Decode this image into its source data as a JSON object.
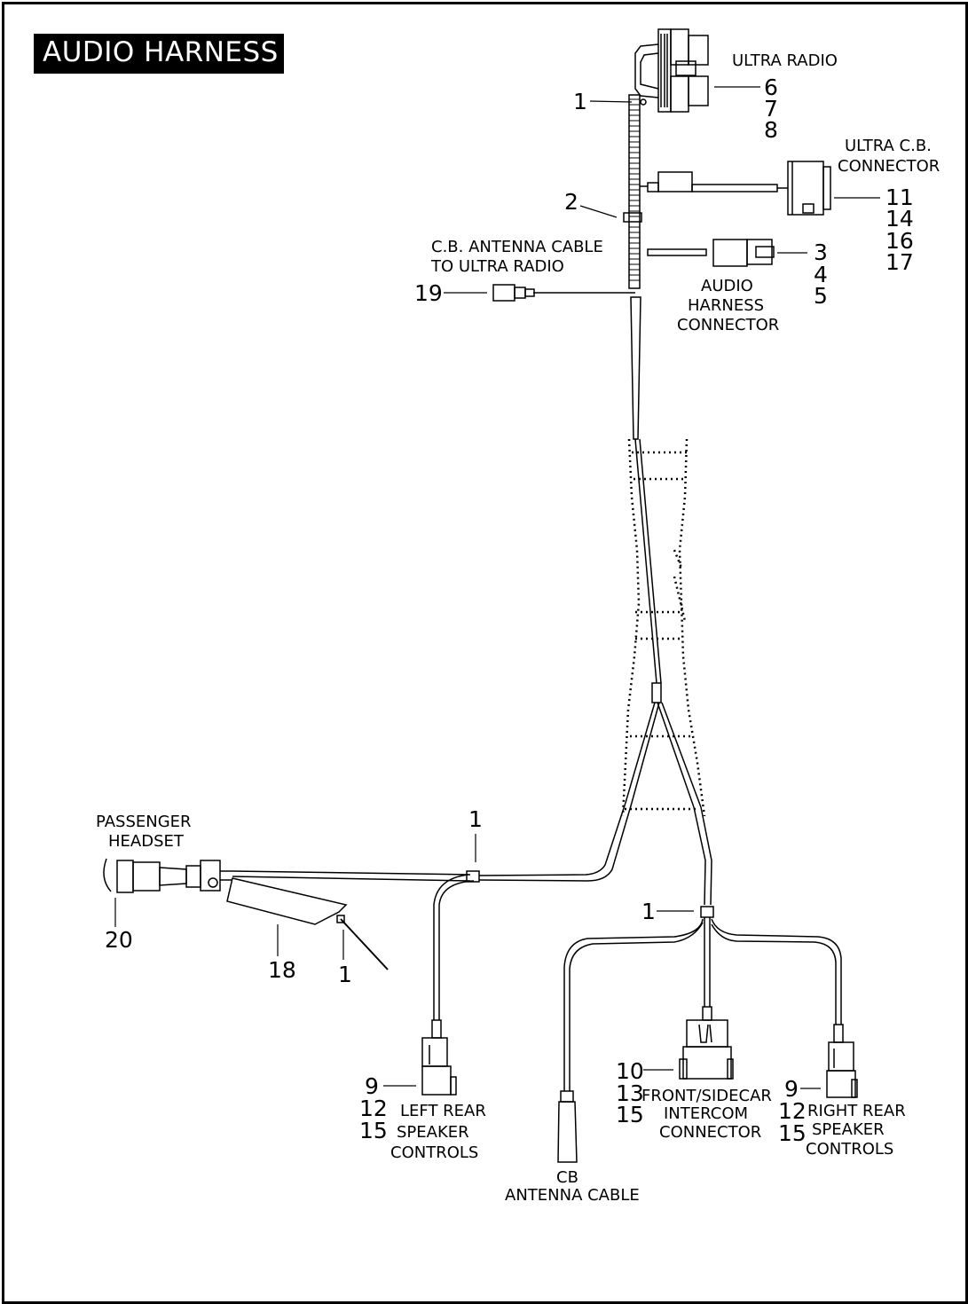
{
  "title": "AUDIO HARNESS",
  "labels": {
    "ultra_radio": "ULTRA RADIO",
    "ultra_cb_connector": [
      "ULTRA C.B.",
      "CONNECTOR"
    ],
    "cb_antenna_cable_to_radio": [
      "C.B. ANTENNA CABLE",
      "TO ULTRA RADIO"
    ],
    "audio_harness_connector": [
      "AUDIO",
      "HARNESS",
      "CONNECTOR"
    ],
    "passenger_headset": [
      "PASSENGER",
      "HEADSET"
    ],
    "left_rear_speaker_controls": [
      "LEFT REAR",
      "SPEAKER",
      "CONTROLS"
    ],
    "cb_antenna_cable": [
      "CB",
      "ANTENNA CABLE"
    ],
    "front_sidecar_intercom_connector": [
      "FRONT/SIDECAR",
      "INTERCOM",
      "CONNECTOR"
    ],
    "right_rear_speaker_controls": [
      "RIGHT REAR",
      "SPEAKER",
      "CONTROLS"
    ]
  },
  "callouts": {
    "radio_clip": "1",
    "radio_parts": [
      "6",
      "7",
      "8"
    ],
    "harness_clip": "2",
    "cb_connector_parts": [
      "11",
      "14",
      "16",
      "17"
    ],
    "audio_connector_parts": [
      "3",
      "4",
      "5"
    ],
    "cb_antenna_part": "19",
    "branch_clip_left": "1",
    "branch_clip_right": "1",
    "headset_part": "20",
    "sleeve_part": "18",
    "tie_part": "1",
    "left_rear_parts": [
      "9",
      "12",
      "15"
    ],
    "intercom_parts": [
      "10",
      "13",
      "15"
    ],
    "right_rear_parts": [
      "9",
      "12",
      "15"
    ]
  }
}
